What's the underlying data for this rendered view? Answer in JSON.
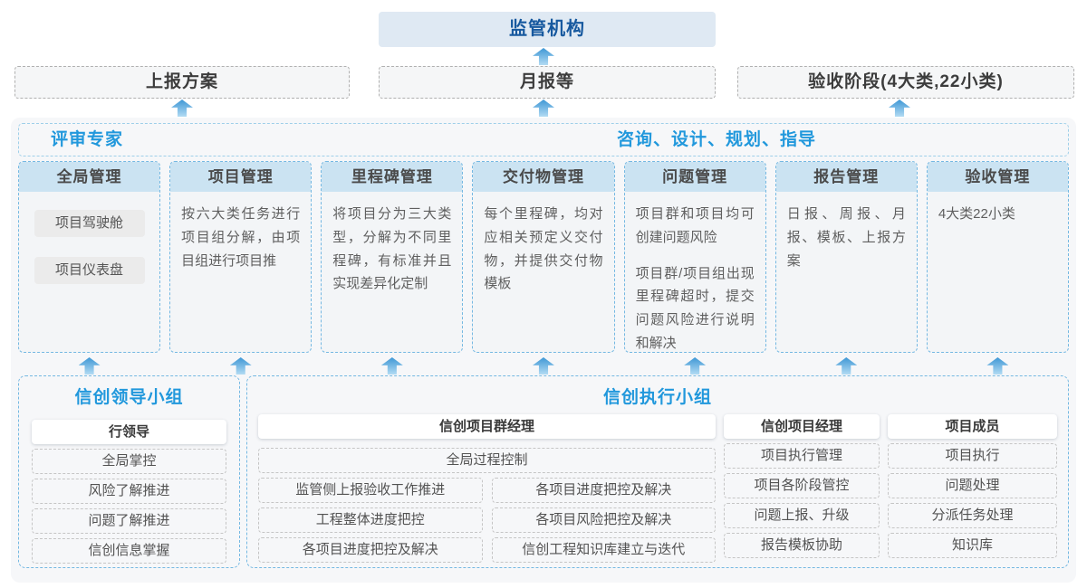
{
  "top": {
    "regulator": "监管机构",
    "reports": [
      "上报方案",
      "月报等",
      "验收阶段(4大类,22小类)"
    ]
  },
  "experts": {
    "left_label": "评审专家",
    "right_label": "咨询、设计、规划、指导"
  },
  "columns": [
    {
      "title": "全局管理",
      "boxes": [
        "项目驾驶舱",
        "项目仪表盘"
      ]
    },
    {
      "title": "项目管理",
      "paragraphs": [
        "按六大类任务进行项目组分解，由项目组进行项目推"
      ]
    },
    {
      "title": "里程碑管理",
      "paragraphs": [
        "将项目分为三大类型，分解为不同里程碑，有标准并且实现差异化定制"
      ]
    },
    {
      "title": "交付物管理",
      "paragraphs": [
        "每个里程碑，均对应相关预定义交付物，并提供交付物模板"
      ]
    },
    {
      "title": "问题管理",
      "paragraphs": [
        "项目群和项目均可创建问题风险",
        "项目群/项目组出现里程碑超时，提交问题风险进行说明和解决"
      ]
    },
    {
      "title": "报告管理",
      "paragraphs": [
        "日报、周报、月报、模板、上报方案"
      ]
    },
    {
      "title": "验收管理",
      "paragraphs": [
        "4大类22小类"
      ]
    }
  ],
  "bottom": {
    "leader_group": {
      "title": "信创领导小组",
      "role": "行领导",
      "items": [
        "全局掌控",
        "风险了解推进",
        "问题了解推进",
        "信创信息掌握"
      ]
    },
    "exec_group": {
      "title": "信创执行小组",
      "pgm_manager": {
        "role": "信创项目群经理",
        "full_item": "全局过程控制",
        "left_items": [
          "监管侧上报验收工作推进",
          "工程整体进度把控",
          "各项目进度把控及解决"
        ],
        "right_items": [
          "各项目进度把控及解决",
          "各项目风险把控及解决",
          "信创工程知识库建立与迭代"
        ]
      },
      "project_manager": {
        "role": "信创项目经理",
        "items": [
          "项目执行管理",
          "项目各阶段管控",
          "问题上报、升级",
          "报告模板协助"
        ]
      },
      "member": {
        "role": "项目成员",
        "items": [
          "项目执行",
          "问题处理",
          "分派任务处理",
          "知识库"
        ]
      }
    }
  },
  "colors": {
    "accent_blue": "#2198dc",
    "regulator_text": "#17599f",
    "regulator_fill": "#dfe9f3",
    "column_header_fill": "#cbe3f2",
    "dashed_blue_border": "#74b8e2",
    "arrow_gradient_top": "#3e97d5",
    "arrow_gradient_bottom": "#b2dbf3"
  }
}
